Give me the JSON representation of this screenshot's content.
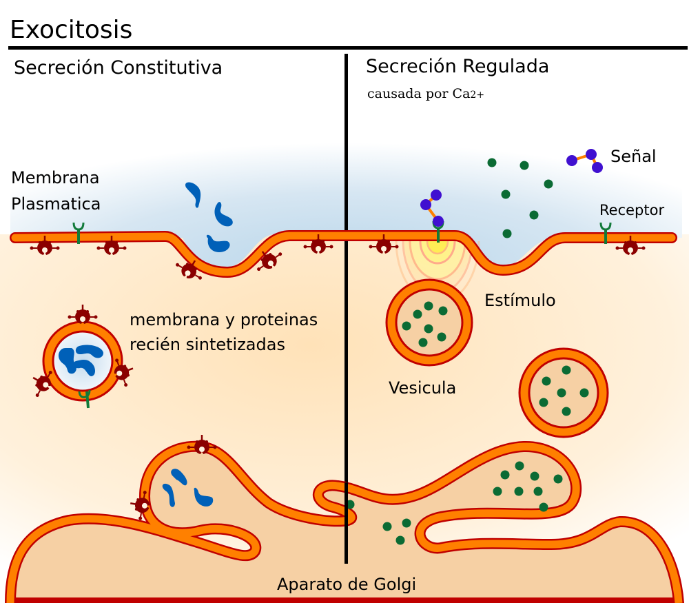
{
  "title": "Exocitosis",
  "sections": {
    "constitutive": {
      "heading": "Secreción Constitutiva"
    },
    "regulated": {
      "heading": "Secreción Regulada",
      "subtitle_prefix": "causada por Ca",
      "subtitle_superscript": "2+"
    }
  },
  "labels": {
    "plasma_membrane_line1": "Membrana",
    "plasma_membrane_line2": "Plasmatica",
    "new_membrane_line1": "membrana y proteinas",
    "new_membrane_line2": "recién sintetizadas",
    "signal": "Señal",
    "receptor": "Receptor",
    "stimulus": "Estímulo",
    "vesicle": "Vesicula",
    "golgi": "Aparato de Golgi"
  },
  "colors": {
    "membrane_fill": "#ff8000",
    "membrane_edge": "#c00000",
    "protein": "#8b0000",
    "receptor": "#127a3a",
    "cargo_blue": "#0060b8",
    "cargo_green": "#0b6b34",
    "signal_molecule": "#4010d0",
    "cytoplasm": "#f6d0a4",
    "extracellular": "#c8dff0"
  }
}
